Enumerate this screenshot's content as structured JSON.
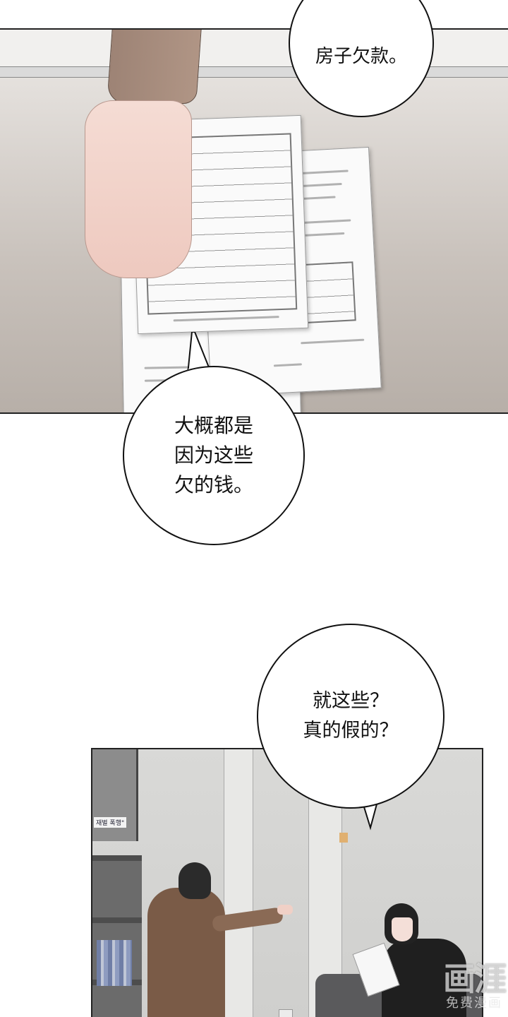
{
  "comic": {
    "panels": [
      {
        "id": "panel-1",
        "scene": "hand placing debt documents on table",
        "speech_bubbles": [
          {
            "text": "房子欠款。"
          },
          {
            "text": "大概都是\n因为这些\n欠的钱。"
          }
        ]
      },
      {
        "id": "panel-2",
        "scene": "office room, one man pointing, another seated holding paper",
        "speech_bubbles": [
          {
            "text": "就这些？\n真的假的？"
          }
        ],
        "poster_text": "재벌 폭행\""
      }
    ],
    "watermark": {
      "logo": "画涯",
      "subtitle": "免费漫画"
    },
    "colors": {
      "panel_border": "#222222",
      "bubble_fill": "#ffffff",
      "bubble_stroke": "#111111",
      "sleeve": "#a68b7c",
      "jacket": "#7a5b47"
    }
  }
}
